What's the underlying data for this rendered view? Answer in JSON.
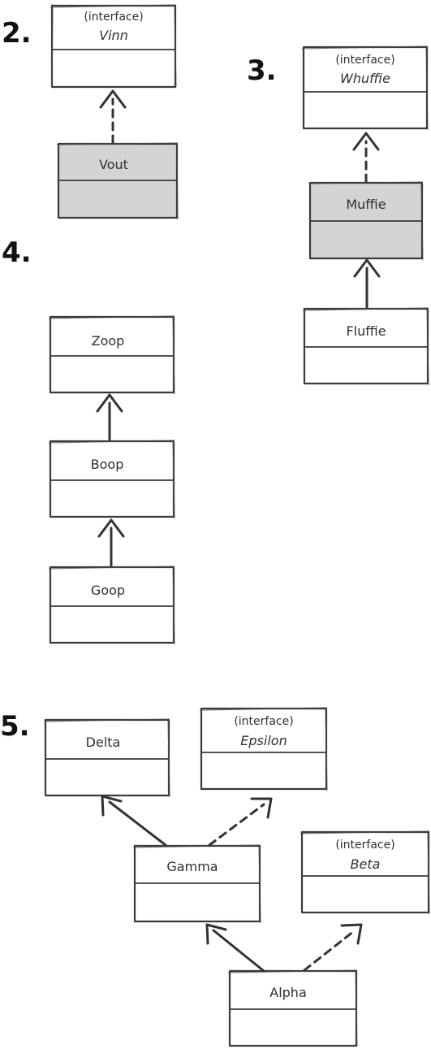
{
  "numbers": [
    "2.",
    "3.",
    "4.",
    "5."
  ],
  "classes": {
    "vinn": {
      "stereotype": "(interface)",
      "name": "Vinn"
    },
    "vout": {
      "name": "Vout"
    },
    "whuffie": {
      "stereotype": "(interface)",
      "name": "Whuffie"
    },
    "muffie": {
      "name": "Muffie"
    },
    "fluffie": {
      "name": "Fluffie"
    },
    "zoop": {
      "name": "Zoop"
    },
    "boop": {
      "name": "Boop"
    },
    "goop": {
      "name": "Goop"
    },
    "delta": {
      "name": "Delta"
    },
    "epsilon": {
      "stereotype": "(interface)",
      "name": "Epsilon"
    },
    "gamma": {
      "name": "Gamma"
    },
    "beta": {
      "stereotype": "(interface)",
      "name": "Beta"
    },
    "alpha": {
      "name": "Alpha"
    }
  },
  "relations": [
    {
      "from": "vout",
      "to": "vinn",
      "kind": "implements"
    },
    {
      "from": "muffie",
      "to": "whuffie",
      "kind": "implements"
    },
    {
      "from": "fluffie",
      "to": "muffie",
      "kind": "extends"
    },
    {
      "from": "boop",
      "to": "zoop",
      "kind": "extends"
    },
    {
      "from": "goop",
      "to": "boop",
      "kind": "extends"
    },
    {
      "from": "gamma",
      "to": "delta",
      "kind": "extends"
    },
    {
      "from": "gamma",
      "to": "epsilon",
      "kind": "implements"
    },
    {
      "from": "alpha",
      "to": "gamma",
      "kind": "extends"
    },
    {
      "from": "alpha",
      "to": "beta",
      "kind": "implements"
    }
  ],
  "colors": {
    "stroke": "#3a3a3a",
    "shaded_fill": "#d4d4d4",
    "box_fill": "#ffffff",
    "number_color": "#111111"
  }
}
